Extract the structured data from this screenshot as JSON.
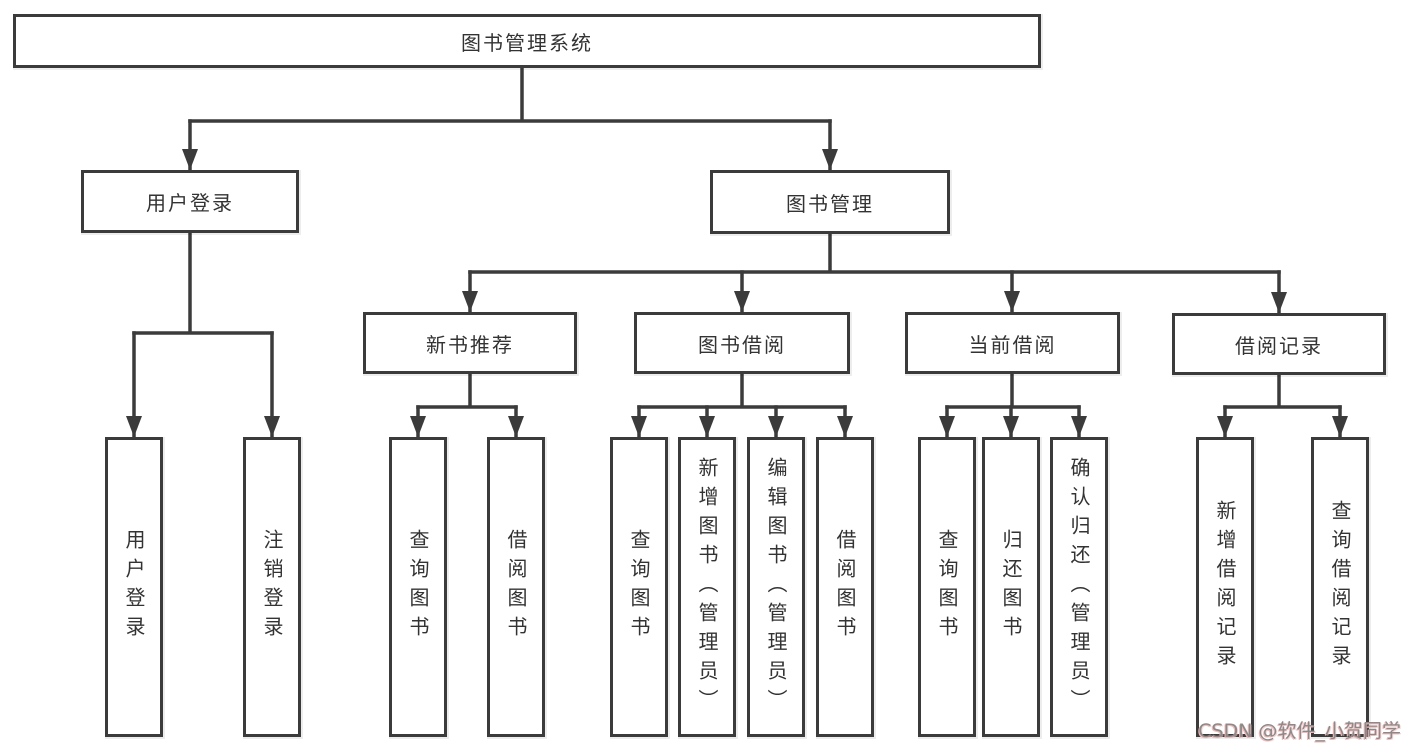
{
  "diagram": {
    "title": "图书管理系统",
    "root": "图书管理系统",
    "level2": [
      "用户登录",
      "图书管理"
    ],
    "level3": [
      "新书推荐",
      "图书借阅",
      "当前借阅",
      "借阅记录"
    ],
    "leaves": {
      "user_login": [
        "用户登录",
        "注销登录"
      ],
      "new_book_recommend": [
        "查询图书",
        "借阅图书"
      ],
      "book_borrow": [
        "查询图书",
        "新增图书（管理员）",
        "编辑图书（管理员）",
        "借阅图书"
      ],
      "current_borrow": [
        "查询图书",
        "归还图书",
        "确认归还（管理员）"
      ],
      "borrow_record": [
        "新增借阅记录",
        "查询借阅记录"
      ]
    }
  },
  "watermark": "CSDN @软件_小贺同学",
  "colors": {
    "line": "#3b3b3b",
    "box_border": "#3b3b3b",
    "box_fill": "#ffffff",
    "text": "#333333",
    "watermark_text": "#8a8a8a",
    "watermark_shadow": "#f0b9b9"
  }
}
